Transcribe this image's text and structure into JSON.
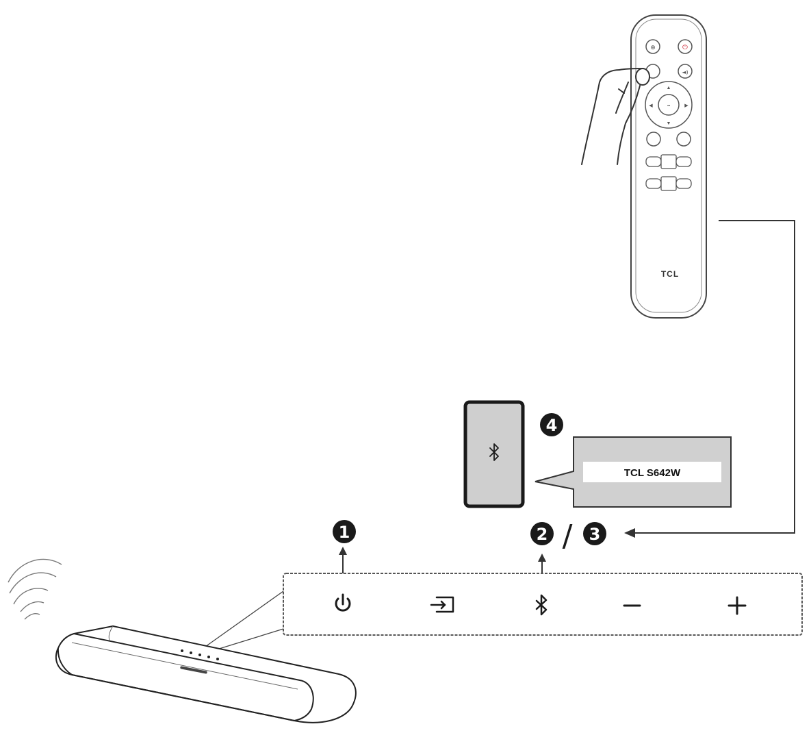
{
  "steps": {
    "step1": "1",
    "step2": "2",
    "step3": "3",
    "step4": "4",
    "separator": "/"
  },
  "bluetooth_list": {
    "device_name": "TCL S642W"
  },
  "remote": {
    "brand": "TCL"
  },
  "control_panel": {
    "buttons": [
      "power-icon",
      "input-source-icon",
      "bluetooth-icon",
      "volume-down-icon",
      "volume-up-icon"
    ]
  },
  "colors": {
    "line": "#333333",
    "phone_fill": "#cfcfcf",
    "popup_fill": "#d0d0d0",
    "badge": "#1a1a1a"
  }
}
